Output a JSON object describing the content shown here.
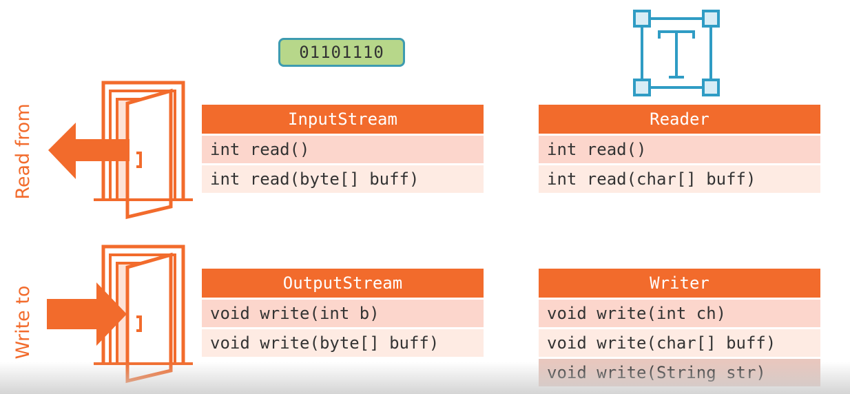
{
  "labels": {
    "read_from": "Read from",
    "write_to": "Write to"
  },
  "binary_badge": "01101110",
  "icons": {
    "text_icon": "text-frame-icon",
    "door_read": "open-door-exit-arrow-icon",
    "door_write": "open-door-enter-arrow-icon"
  },
  "colors": {
    "accent": "#f26b2c",
    "row_dark": "#fcd6cc",
    "row_light": "#feebe3",
    "badge_fill": "#b7d78a",
    "badge_border": "#3d9bb0",
    "icon_blue": "#2f9cc4"
  },
  "tables": {
    "input": {
      "title": "InputStream",
      "rows": [
        "int read()",
        "int read(byte[] buff)"
      ]
    },
    "reader": {
      "title": "Reader",
      "rows": [
        "int read()",
        "int read(char[] buff)"
      ]
    },
    "output": {
      "title": "OutputStream",
      "rows": [
        "void write(int b)",
        "void write(byte[] buff)"
      ]
    },
    "writer": {
      "title": "Writer",
      "rows": [
        "void write(int ch)",
        "void write(char[] buff)",
        "void write(String str)"
      ]
    }
  }
}
